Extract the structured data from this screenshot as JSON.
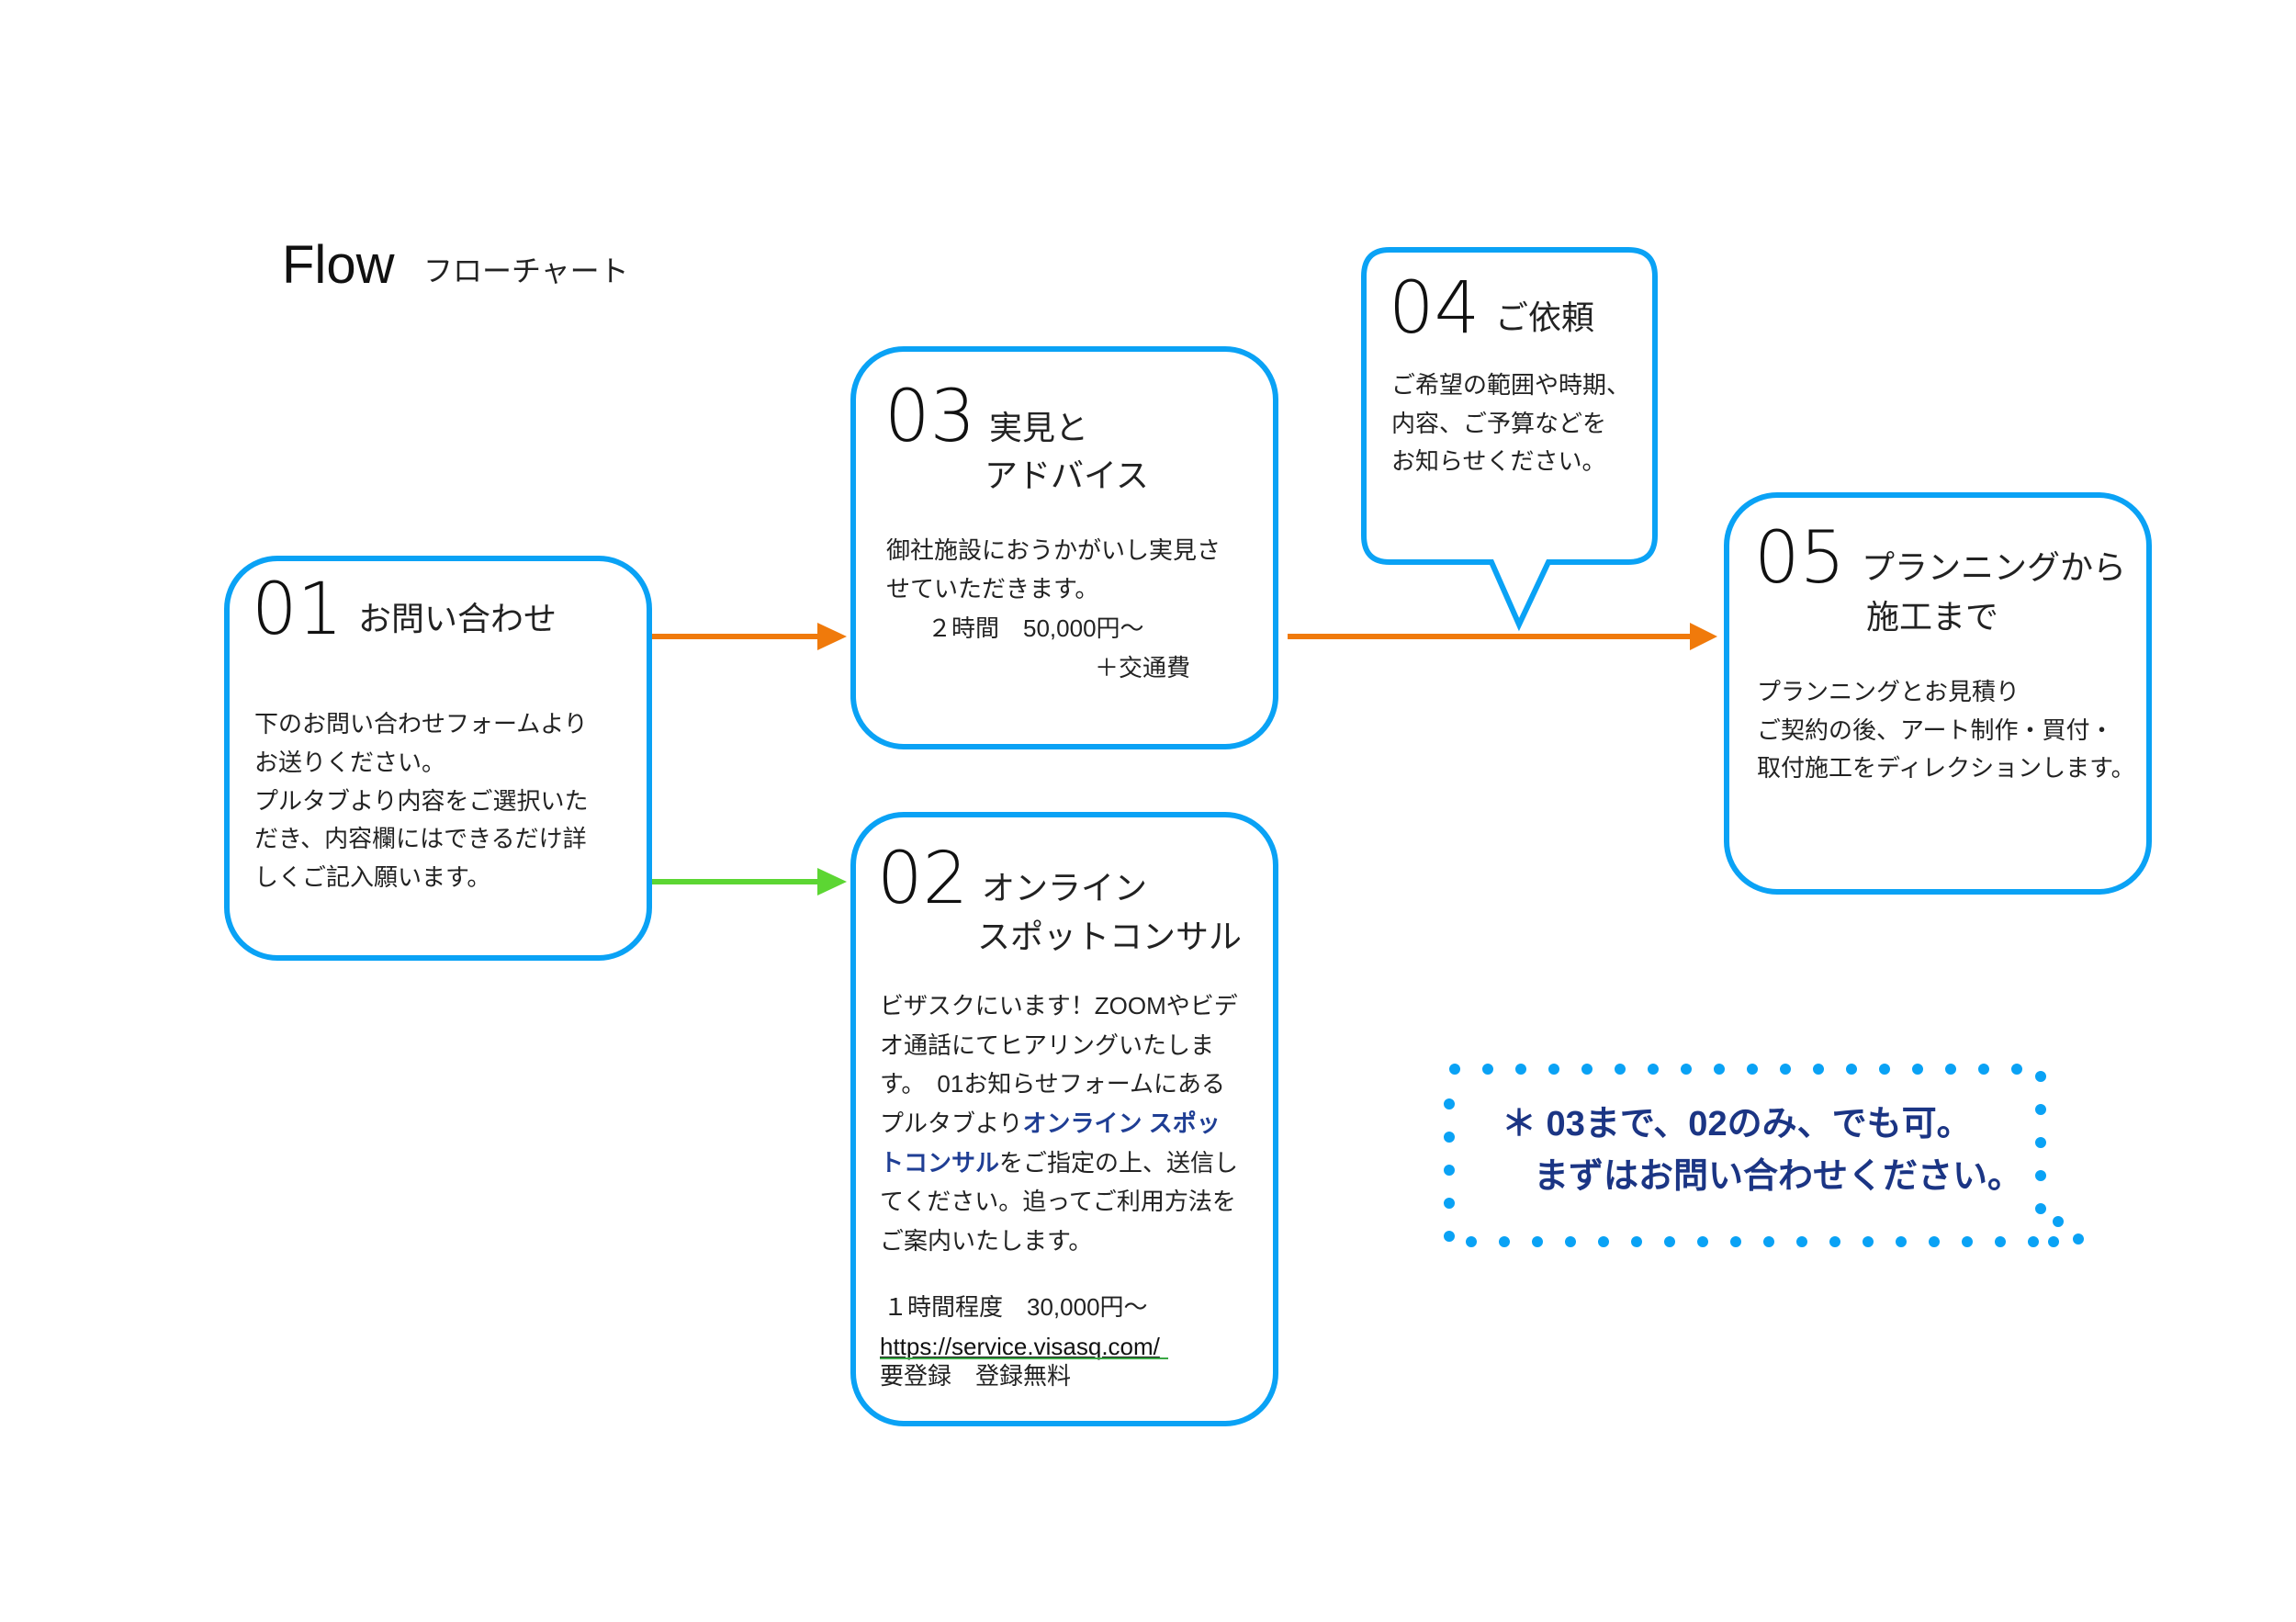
{
  "title": {
    "main": "Flow",
    "sub": "フローチャート"
  },
  "colors": {
    "border": "#0aa2f5",
    "arrow_orange": "#f07a0b",
    "arrow_green": "#5cd633",
    "note_text": "#1b3584"
  },
  "steps": {
    "s01": {
      "num": "01",
      "label": [
        "お問い合わせ"
      ],
      "body": [
        "下のお問い合わせフォームより",
        "お送りください。",
        "プルタブより内容をご選択いた",
        "だき、内容欄にはできるだけ詳",
        "しくご記入願います。"
      ]
    },
    "s03": {
      "num": "03",
      "label": [
        "実見と",
        "アドバイス"
      ],
      "body": [
        "御社施設におうかがいし実見さ",
        "せていただきます。",
        "２時間　50,000円〜",
        "＋交通費"
      ]
    },
    "s02": {
      "num": "02",
      "label": [
        "オンライン",
        "スポットコンサル"
      ],
      "body": [
        "ビザスクにいます！ZOOMやビデ",
        "オ通話にてヒアリングいたしま",
        "す。　01お知らせフォームにある",
        "プルタブより",
        "オンライン スポッ",
        "トコンサル",
        "をご指定の上、送信し",
        "てください。追ってご利用方法を",
        "ご案内いたします。"
      ],
      "price": "１時間程度　30,000円〜",
      "url": "https://service.visasq.com/",
      "registration": "要登録　登録無料"
    },
    "s04": {
      "num": "04",
      "label": [
        "ご依頼"
      ],
      "body": [
        "ご希望の範囲や時期、",
        "内容、ご予算などを",
        "お知らせください。"
      ]
    },
    "s05": {
      "num": "05",
      "label": [
        "プランニングから",
        "施工まで"
      ],
      "body": [
        "プランニングとお見積り",
        "ご契約の後、アート制作・買付・",
        "取付施工をディレクションします。"
      ]
    }
  },
  "note": [
    "＊ 03まで、02のみ、でも可。",
    "まずはお問い合わせください。"
  ]
}
